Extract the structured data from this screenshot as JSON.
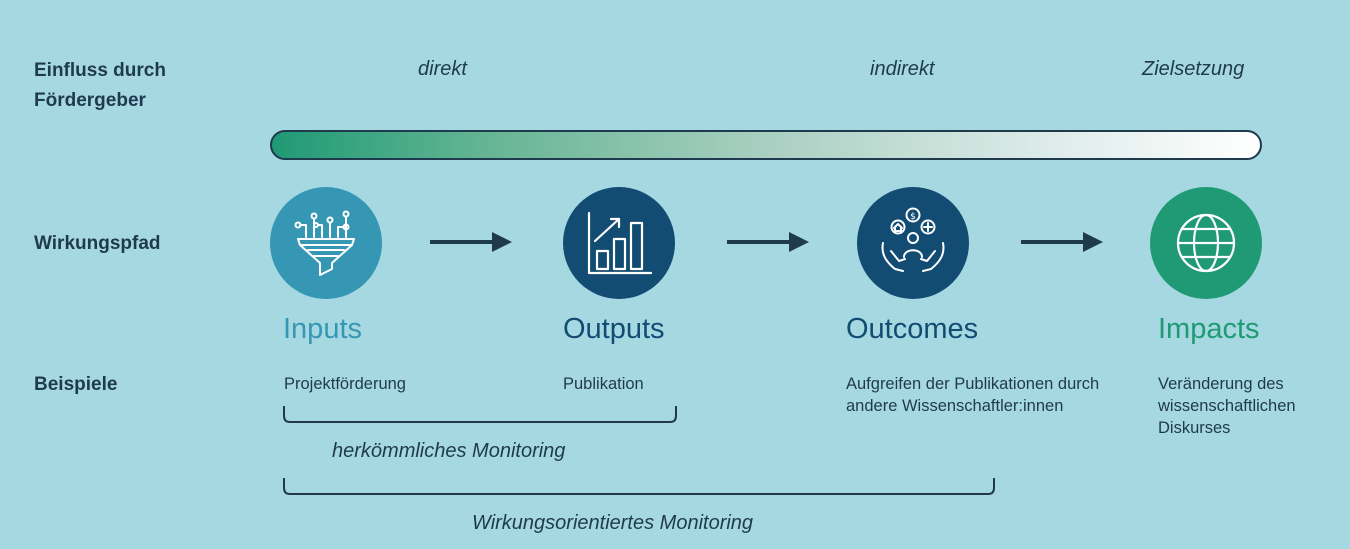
{
  "labels": {
    "einfluss": "Einfluss durch Fördergeber",
    "wirkungspfad": "Wirkungspfad",
    "beispiele": "Beispiele"
  },
  "influence": {
    "direct": "direkt",
    "indirect": "indirekt",
    "goal": "Zielsetzung"
  },
  "stages": [
    {
      "title": "Inputs",
      "example": "Projektförderung",
      "icon": "funnel-icon",
      "color": "#3597b3",
      "title_color": "#3597b3"
    },
    {
      "title": "Outputs",
      "example": "Publikation",
      "icon": "bar-chart-icon",
      "color": "#124c73",
      "title_color": "#124c73"
    },
    {
      "title": "Outcomes",
      "example": "Aufgreifen der Publikationen durch andere Wissenschaftler:innen",
      "icon": "hands-people-icon",
      "color": "#124c73",
      "title_color": "#124c73"
    },
    {
      "title": "Impacts",
      "example": "Veränderung des wissenschaftlichen Diskurses",
      "icon": "globe-icon",
      "color": "#1f9a74",
      "title_color": "#1f9a74"
    }
  ],
  "monitoring": {
    "traditional": "herkömmliches Monitoring",
    "impact_oriented": "Wirkungsorientiertes Monitoring"
  },
  "colors": {
    "background": "#a6d8e2",
    "text": "#1f3a4d",
    "arrow": "#1f3a4d",
    "gradient_start": "#1f9a74",
    "gradient_end": "#ffffff"
  }
}
